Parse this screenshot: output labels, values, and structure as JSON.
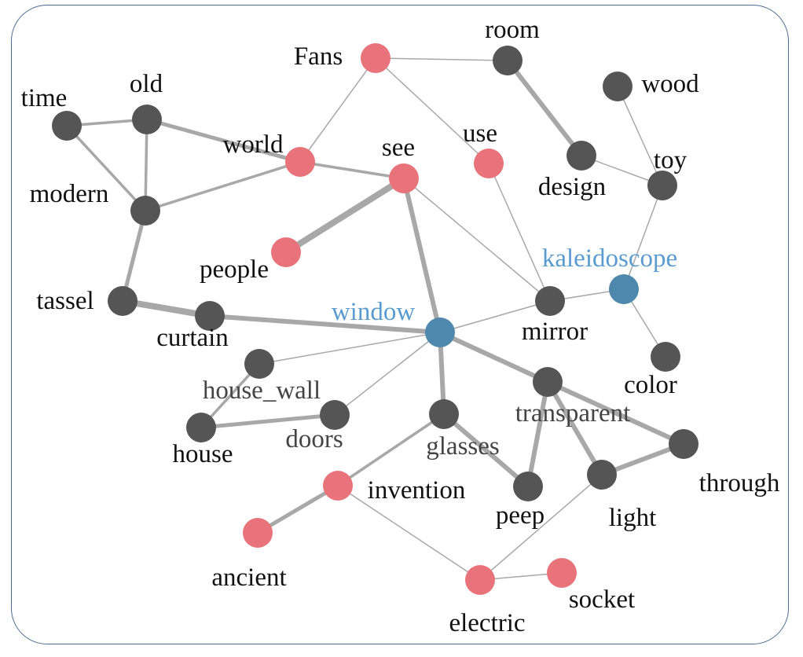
{
  "colors": {
    "gray_node": "#555555",
    "red_node": "#e8737a",
    "blue_node": "#4f88ad",
    "black_text": "#111111",
    "gray_text": "#444444",
    "blue_text": "#5a9bd0",
    "edge": "#a8a8a8",
    "frame": "#4a6b8f"
  },
  "nodes": [
    {
      "id": "fans",
      "label": "Fans",
      "group": "red",
      "text": "black"
    },
    {
      "id": "room",
      "label": "room",
      "group": "gray",
      "text": "black"
    },
    {
      "id": "wood",
      "label": "wood",
      "group": "gray",
      "text": "black"
    },
    {
      "id": "time",
      "label": "time",
      "group": "gray",
      "text": "black"
    },
    {
      "id": "old",
      "label": "old",
      "group": "gray",
      "text": "black"
    },
    {
      "id": "world",
      "label": "world",
      "group": "red",
      "text": "black"
    },
    {
      "id": "see",
      "label": "see",
      "group": "red",
      "text": "black"
    },
    {
      "id": "use",
      "label": "use",
      "group": "red",
      "text": "black"
    },
    {
      "id": "design",
      "label": "design",
      "group": "gray",
      "text": "black"
    },
    {
      "id": "toy",
      "label": "toy",
      "group": "gray",
      "text": "black"
    },
    {
      "id": "modern",
      "label": "modern",
      "group": "gray",
      "text": "black"
    },
    {
      "id": "people",
      "label": "people",
      "group": "red",
      "text": "black"
    },
    {
      "id": "kaleidoscope",
      "label": "kaleidoscope",
      "group": "blue",
      "text": "blue"
    },
    {
      "id": "tassel",
      "label": "tassel",
      "group": "gray",
      "text": "black"
    },
    {
      "id": "curtain",
      "label": "curtain",
      "group": "gray",
      "text": "black"
    },
    {
      "id": "window",
      "label": "window",
      "group": "blue",
      "text": "blue"
    },
    {
      "id": "mirror",
      "label": "mirror",
      "group": "gray",
      "text": "black"
    },
    {
      "id": "color",
      "label": "color",
      "group": "gray",
      "text": "black"
    },
    {
      "id": "house_wall",
      "label": "house_wall",
      "group": "gray",
      "text": "gray"
    },
    {
      "id": "house",
      "label": "house",
      "group": "gray",
      "text": "black"
    },
    {
      "id": "doors",
      "label": "doors",
      "group": "gray",
      "text": "gray"
    },
    {
      "id": "glasses",
      "label": "glasses",
      "group": "gray",
      "text": "gray"
    },
    {
      "id": "transparent",
      "label": "transparent",
      "group": "gray",
      "text": "gray"
    },
    {
      "id": "through",
      "label": "through",
      "group": "gray",
      "text": "black"
    },
    {
      "id": "invention",
      "label": "invention",
      "group": "red",
      "text": "black"
    },
    {
      "id": "peep",
      "label": "peep",
      "group": "gray",
      "text": "black"
    },
    {
      "id": "light",
      "label": "light",
      "group": "gray",
      "text": "black"
    },
    {
      "id": "ancient",
      "label": "ancient",
      "group": "red",
      "text": "black"
    },
    {
      "id": "electric",
      "label": "electric",
      "group": "red",
      "text": "black"
    },
    {
      "id": "socket",
      "label": "socket",
      "group": "red",
      "text": "black"
    }
  ],
  "edges": [
    {
      "source": "time",
      "target": "old",
      "weight": 2
    },
    {
      "source": "time",
      "target": "modern",
      "weight": 2
    },
    {
      "source": "old",
      "target": "modern",
      "weight": 2
    },
    {
      "source": "old",
      "target": "world",
      "weight": 3
    },
    {
      "source": "modern",
      "target": "world",
      "weight": 2
    },
    {
      "source": "modern",
      "target": "tassel",
      "weight": 3
    },
    {
      "source": "world",
      "target": "see",
      "weight": 2
    },
    {
      "source": "world",
      "target": "fans",
      "weight": 1
    },
    {
      "source": "fans",
      "target": "room",
      "weight": 1
    },
    {
      "source": "fans",
      "target": "use",
      "weight": 1
    },
    {
      "source": "room",
      "target": "design",
      "weight": 4
    },
    {
      "source": "design",
      "target": "toy",
      "weight": 1
    },
    {
      "source": "wood",
      "target": "toy",
      "weight": 1
    },
    {
      "source": "toy",
      "target": "kaleidoscope",
      "weight": 1
    },
    {
      "source": "kaleidoscope",
      "target": "mirror",
      "weight": 1
    },
    {
      "source": "kaleidoscope",
      "target": "color",
      "weight": 1
    },
    {
      "source": "use",
      "target": "mirror",
      "weight": 1
    },
    {
      "source": "see",
      "target": "mirror",
      "weight": 1
    },
    {
      "source": "see",
      "target": "people",
      "weight": 5
    },
    {
      "source": "see",
      "target": "window",
      "weight": 4
    },
    {
      "source": "tassel",
      "target": "curtain",
      "weight": 5
    },
    {
      "source": "curtain",
      "target": "window",
      "weight": 4
    },
    {
      "source": "window",
      "target": "mirror",
      "weight": 1
    },
    {
      "source": "window",
      "target": "house_wall",
      "weight": 1
    },
    {
      "source": "window",
      "target": "doors",
      "weight": 1
    },
    {
      "source": "window",
      "target": "glasses",
      "weight": 4
    },
    {
      "source": "window",
      "target": "transparent",
      "weight": 4
    },
    {
      "source": "house_wall",
      "target": "house",
      "weight": 2
    },
    {
      "source": "house",
      "target": "doors",
      "weight": 3
    },
    {
      "source": "glasses",
      "target": "peep",
      "weight": 4
    },
    {
      "source": "glasses",
      "target": "invention",
      "weight": 2
    },
    {
      "source": "transparent",
      "target": "peep",
      "weight": 4
    },
    {
      "source": "transparent",
      "target": "light",
      "weight": 4
    },
    {
      "source": "transparent",
      "target": "through",
      "weight": 4
    },
    {
      "source": "light",
      "target": "through",
      "weight": 4
    },
    {
      "source": "light",
      "target": "electric",
      "weight": 1
    },
    {
      "source": "invention",
      "target": "ancient",
      "weight": 3
    },
    {
      "source": "invention",
      "target": "electric",
      "weight": 1
    },
    {
      "source": "electric",
      "target": "socket",
      "weight": 1
    }
  ]
}
